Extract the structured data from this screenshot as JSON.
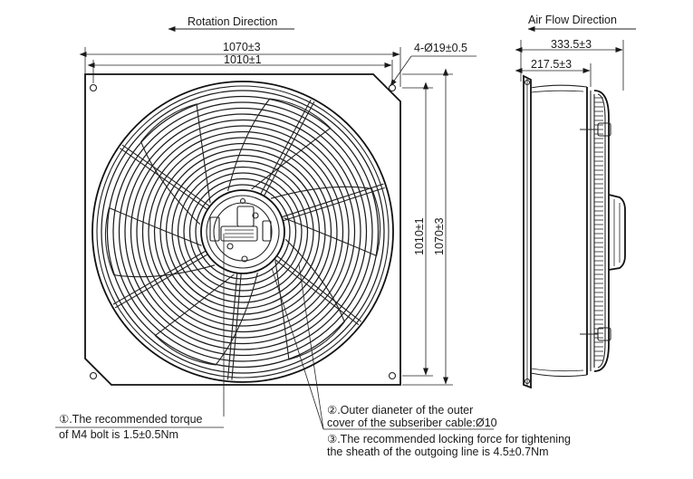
{
  "labels": {
    "rotation_direction": "Rotation Direction",
    "air_flow_direction": "Air Flow Direction",
    "width_outer": "1070±3",
    "width_inner": "1010±1",
    "hole_spec": "4-Ø19±0.5",
    "height_inner": "1010±1",
    "height_outer": "1070±3",
    "depth_total": "333.5±3",
    "depth_partial": "217.5±3"
  },
  "notes": {
    "note1_line1": "①.The recommended torque",
    "note1_line2": "of M4 bolt is 1.5±0.5Nm",
    "note2_line1": "②.Outer dianeter of the outer",
    "note2_line2": "cover of the subseriber cable:Ø10",
    "note3_line1": "③.The recommended locking force for tightening",
    "note3_line2": "the sheath of the outgoing line is 4.5±0.7Nm"
  },
  "colors": {
    "line": "#1a1a1a",
    "background": "#ffffff"
  },
  "icons": {
    "rotation_arrow": "arrow-left-icon",
    "airflow_arrow": "arrow-left-icon"
  }
}
